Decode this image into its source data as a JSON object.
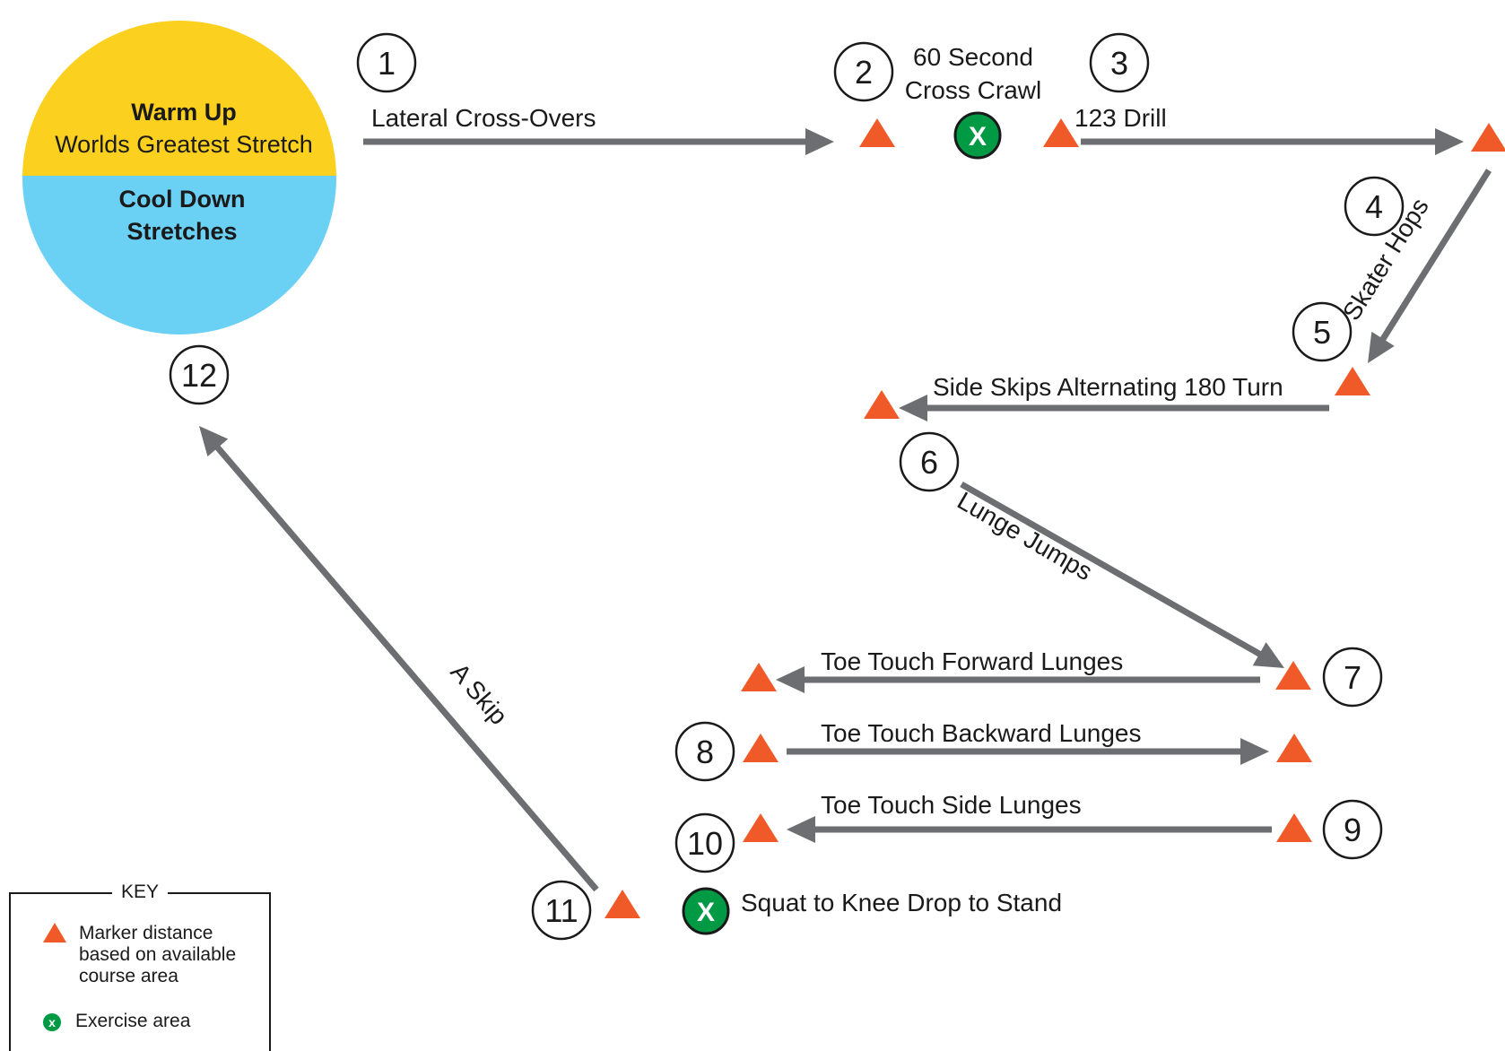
{
  "colors": {
    "warm_up": "#fcd01e",
    "cool_down": "#6ad0f4",
    "marker": "#f05a28",
    "exercise_area": "#009a44",
    "arrow": "#6d6e71",
    "stroke": "#1a1a1a"
  },
  "station": {
    "warm_up_title": "Warm Up",
    "warm_up_text": "Worlds Greatest Stretch",
    "cool_down_title": "Cool Down",
    "cool_down_text": "Stretches"
  },
  "steps": [
    {
      "number": "1",
      "label": "Lateral Cross-Overs"
    },
    {
      "number": "2",
      "label_line1": "60 Second",
      "label_line2": "Cross Crawl"
    },
    {
      "number": "3",
      "label": "123 Drill"
    },
    {
      "number": "4",
      "label": "Skater Hops"
    },
    {
      "number": "5",
      "label": "Side Skips Alternating 180 Turn"
    },
    {
      "number": "6",
      "label": "Lunge Jumps"
    },
    {
      "number": "7",
      "label": "Toe Touch Forward Lunges"
    },
    {
      "number": "8",
      "label": "Toe Touch Backward Lunges"
    },
    {
      "number": "9",
      "label": "Toe Touch Side Lunges"
    },
    {
      "number": "10",
      "label": "Squat to Knee Drop to Stand"
    },
    {
      "number": "11",
      "label": "A Skip"
    },
    {
      "number": "12"
    }
  ],
  "exercise_symbol": "X",
  "legend": {
    "title": "KEY",
    "marker_label": "Marker distance based on available course area",
    "marker_icon": "triangle-marker-icon",
    "exercise_symbol": "x",
    "exercise_label": "Exercise area",
    "exercise_icon": "exercise-area-icon"
  }
}
